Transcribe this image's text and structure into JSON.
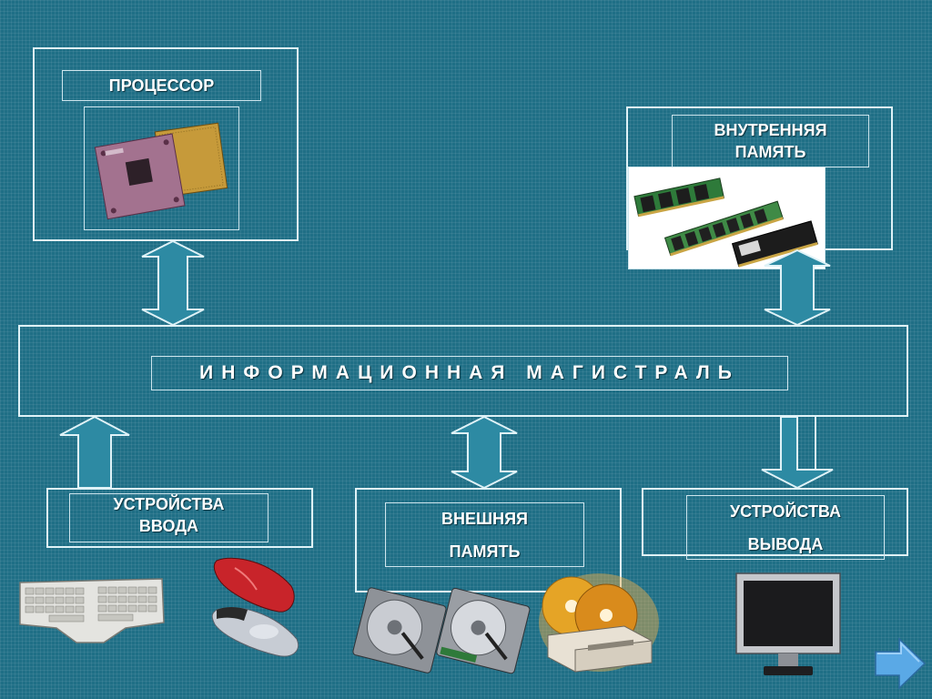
{
  "diagram": {
    "processor": {
      "label": "ПРОЦЕССОР",
      "icon": "cpu-chip-icon"
    },
    "internal_memory": {
      "line1": "ВНУТРЕННЯЯ",
      "line2": "ПАМЯТЬ",
      "icon": "ram-modules-icon"
    },
    "bus": {
      "label": "ИНФОРМАЦИОННАЯ   МАГИСТРАЛЬ"
    },
    "input_devices": {
      "line1": "УСТРОЙСТВА",
      "line2": "ВВОДА",
      "icons": [
        "keyboard-icon",
        "mouse-icon"
      ]
    },
    "external_memory": {
      "line1": "ВНЕШНЯЯ",
      "line2": "ПАМЯТЬ",
      "icons": [
        "hard-drive-icon",
        "optical-disc-drive-icon"
      ]
    },
    "output_devices": {
      "line1": "УСТРОЙСТВА",
      "line2": "ВЫВОДА",
      "icon": "monitor-icon"
    }
  },
  "navigation": {
    "next_icon": "arrow-right-icon"
  },
  "colors": {
    "background": "#1f6f86",
    "frame": "#dff2f7",
    "arrow_fill": "#2d8aa3",
    "next_button": "#5aa9e6"
  }
}
